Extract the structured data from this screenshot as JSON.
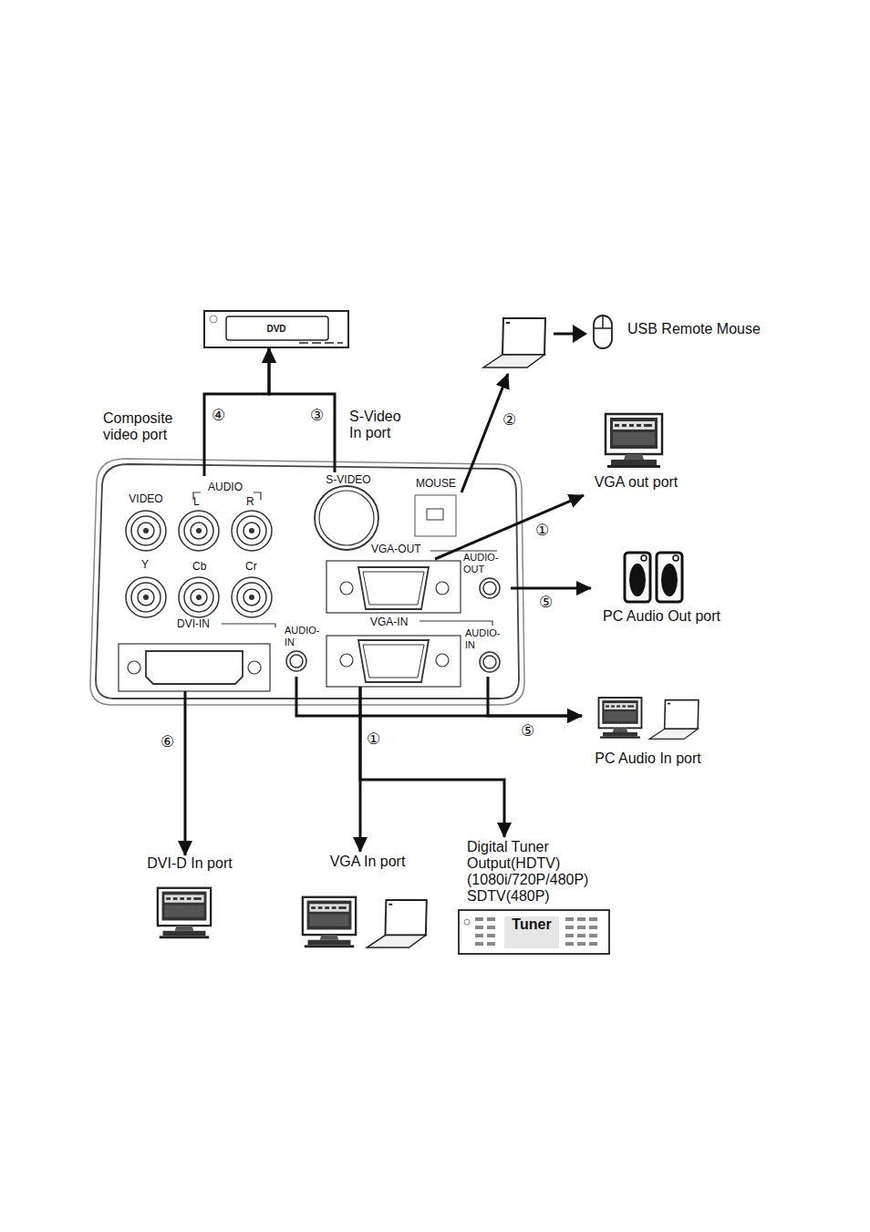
{
  "diagram": {
    "nodes": [
      {
        "text": [
          "DVD"
        ]
      },
      {
        "text": [
          "USB Remote Mouse"
        ]
      },
      {
        "text": [
          "AUDIO",
          "L",
          "R"
        ]
      },
      {
        "text": [
          "S-VIDEO"
        ]
      },
      {
        "text": [
          "MOUSE"
        ]
      },
      {
        "text": [
          "VIDEO"
        ]
      },
      {
        "text": [
          "VGA out port"
        ]
      },
      {
        "text": [
          "VGA-OUT"
        ]
      },
      {
        "text": [
          "AUDIO- OUT"
        ]
      },
      {
        "text": [
          "PC Audio Out port"
        ]
      },
      {
        "text": [
          "DVI-IN"
        ]
      },
      {
        "text": [
          "AUDIO- IN"
        ]
      },
      {
        "text": [
          "VGA-IN"
        ]
      },
      {
        "text": [
          "AUDIO- IN"
        ]
      },
      {
        "text": [
          "PC Audio In port"
        ]
      },
      {
        "text": [
          "DVI-D In port"
        ]
      },
      {
        "text": [
          "VGA In port"
        ]
      },
      {
        "text": [
          "Digital Tuner Output(HDTV) (1080i/720P/480P) SDTV(480P)",
          "Tuner"
        ]
      }
    ],
    "edges": [
      {
        "from": 2,
        "to": 0,
        "arrow": "to"
      },
      {
        "from": 3,
        "to": 0,
        "arrow": "to"
      },
      {
        "from": 4,
        "to": 1,
        "arrow": "to"
      },
      {
        "from": 7,
        "to": 6,
        "arrow": "to"
      },
      {
        "from": 8,
        "to": 9,
        "arrow": "to"
      },
      {
        "from": 11,
        "to": 14,
        "arrow": "to"
      },
      {
        "from": 13,
        "to": 14,
        "arrow": "to"
      },
      {
        "from": 10,
        "to": 15,
        "arrow": "to"
      },
      {
        "from": 12,
        "to": 16,
        "arrow": "to"
      },
      {
        "from": 12,
        "to": 17,
        "arrow": "to"
      }
    ],
    "labels": [
      "Composite video port",
      "④",
      "③",
      "S-Video In port",
      "②",
      "Y",
      "Cb",
      "Cr",
      "①",
      "⑤",
      "⑤",
      "①",
      "⑥"
    ]
  }
}
